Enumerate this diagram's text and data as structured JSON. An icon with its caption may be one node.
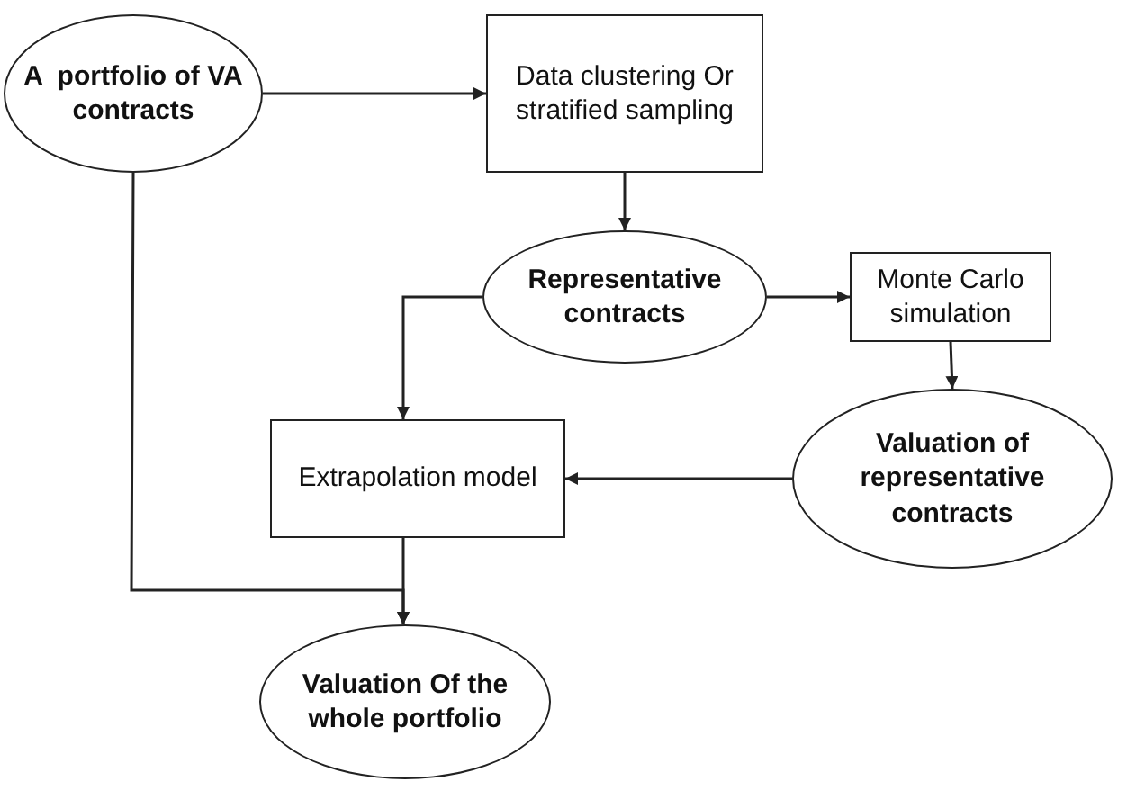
{
  "diagram": {
    "nodes": [
      {
        "text": [
          "A  portfolio of VA contracts"
        ]
      },
      {
        "text": [
          "Data clustering Or stratified sampling"
        ]
      },
      {
        "text": [
          "Representative contracts"
        ]
      },
      {
        "text": [
          "Monte Carlo simulation"
        ]
      },
      {
        "text": [
          "Valuation of representative contracts"
        ]
      },
      {
        "text": [
          "Extrapolation model"
        ]
      },
      {
        "text": [
          "Valuation Of the whole portfolio"
        ]
      }
    ],
    "edges": [
      {
        "from": 0,
        "to": 1,
        "arrow": "to"
      },
      {
        "from": 1,
        "to": 2,
        "arrow": "to"
      },
      {
        "from": 2,
        "to": 3,
        "arrow": "to"
      },
      {
        "from": 3,
        "to": 4,
        "arrow": "to"
      },
      {
        "from": 4,
        "to": 5,
        "arrow": "to"
      },
      {
        "from": 2,
        "to": 5,
        "arrow": "to"
      },
      {
        "from": 0,
        "to": 6,
        "arrow": "to"
      },
      {
        "from": 5,
        "to": 6,
        "arrow": "to"
      }
    ]
  }
}
